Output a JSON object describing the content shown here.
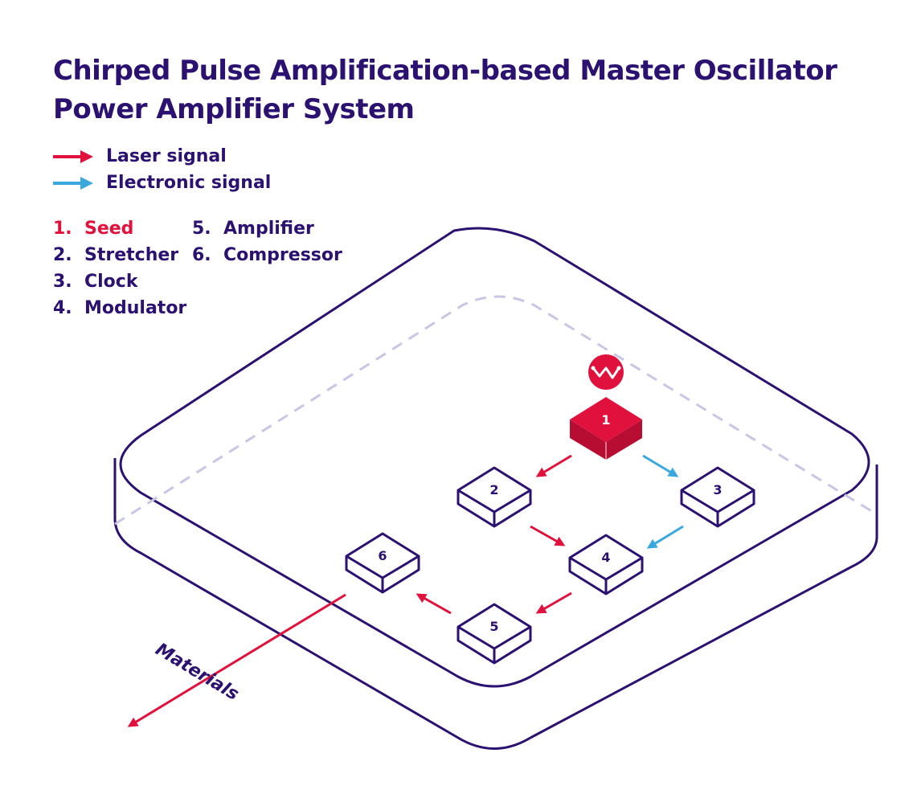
{
  "title": {
    "line1": "Chirped Pulse Amplification-based Master Oscillator",
    "line2": "Power Amplifier System"
  },
  "legend": {
    "laser_label": "Laser signal",
    "electronic_label": "Electronic signal"
  },
  "components": [
    {
      "num": "1.",
      "name": "Seed"
    },
    {
      "num": "2.",
      "name": "Stretcher"
    },
    {
      "num": "3.",
      "name": "Clock"
    },
    {
      "num": "4.",
      "name": "Modulator"
    },
    {
      "num": "5.",
      "name": "Amplifier"
    },
    {
      "num": "6.",
      "name": "Compressor"
    }
  ],
  "boxes": {
    "b1": "1",
    "b2": "2",
    "b3": "3",
    "b4": "4",
    "b5": "5",
    "b6": "6"
  },
  "output_label": "Materials",
  "icons": {
    "seed_badge": "waveform-icon"
  },
  "colors": {
    "navy": "#2b1170",
    "laser_red": "#e0113d",
    "electronic_blue": "#3aa8dc",
    "dashed_outline": "#c9c6e4"
  }
}
